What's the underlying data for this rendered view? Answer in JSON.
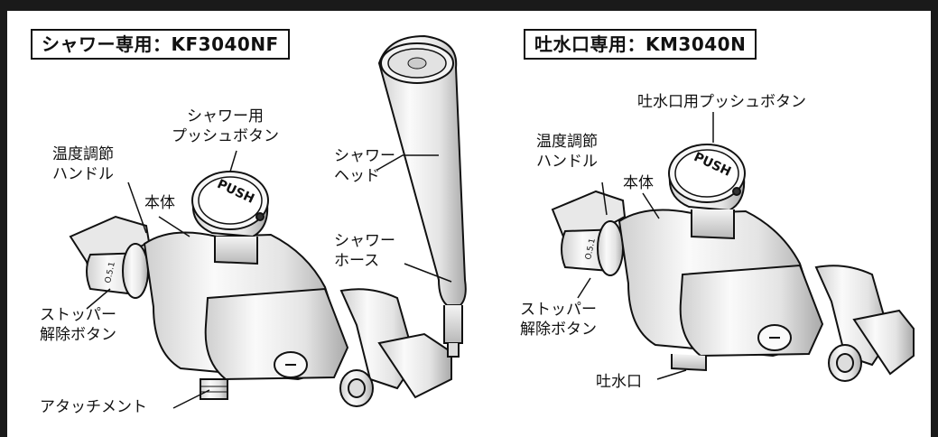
{
  "left_unit": {
    "title": "シャワー専用：KF3040NF",
    "labels": {
      "push_button": [
        "シャワー用",
        "プッシュボタン"
      ],
      "temp_handle": [
        "温度調節",
        "ハンドル"
      ],
      "body": "本体",
      "stopper": [
        "ストッパー",
        "解除ボタン"
      ],
      "attachment": "アタッチメント",
      "shower_head": [
        "シャワー",
        "ヘッド"
      ],
      "shower_hose": [
        "シャワー",
        "ホース"
      ]
    }
  },
  "right_unit": {
    "title": "吐水口専用：KM3040N",
    "labels": {
      "push_button": "吐水口用プッシュボタン",
      "temp_handle": [
        "温度調節",
        "ハンドル"
      ],
      "body": "本体",
      "stopper": [
        "ストッパー",
        "解除ボタン"
      ],
      "spout": "吐水口"
    }
  },
  "button_text": "PUSH",
  "dial_marks": "O.5.1"
}
